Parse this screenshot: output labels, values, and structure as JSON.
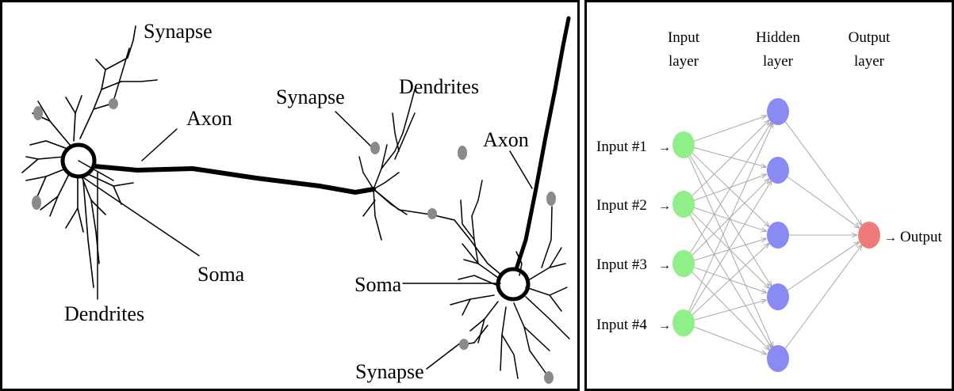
{
  "biological_neuron": {
    "labels": {
      "synapse_top": "Synapse",
      "axon_left": "Axon",
      "synapse_mid": "Synapse",
      "dendrites_right": "Dendrites",
      "axon_right": "Axon",
      "soma_left": "Soma",
      "dendrites_left": "Dendrites",
      "soma_right": "Soma",
      "synapse_bottom": "Synapse"
    }
  },
  "neural_network": {
    "layer_titles": {
      "input_line1": "Input",
      "input_line2": "layer",
      "hidden_line1": "Hidden",
      "hidden_line2": "layer",
      "output_line1": "Output",
      "output_line2": "layer"
    },
    "input_labels": [
      "Input #1",
      "Input #2",
      "Input #3",
      "Input #4"
    ],
    "arrow_glyph": "→",
    "output_label": "Output",
    "colors": {
      "input_node": "#8ff08a",
      "hidden_node": "#8a8af5",
      "output_node": "#f07a7a",
      "edge": "#a8a8a8"
    }
  }
}
